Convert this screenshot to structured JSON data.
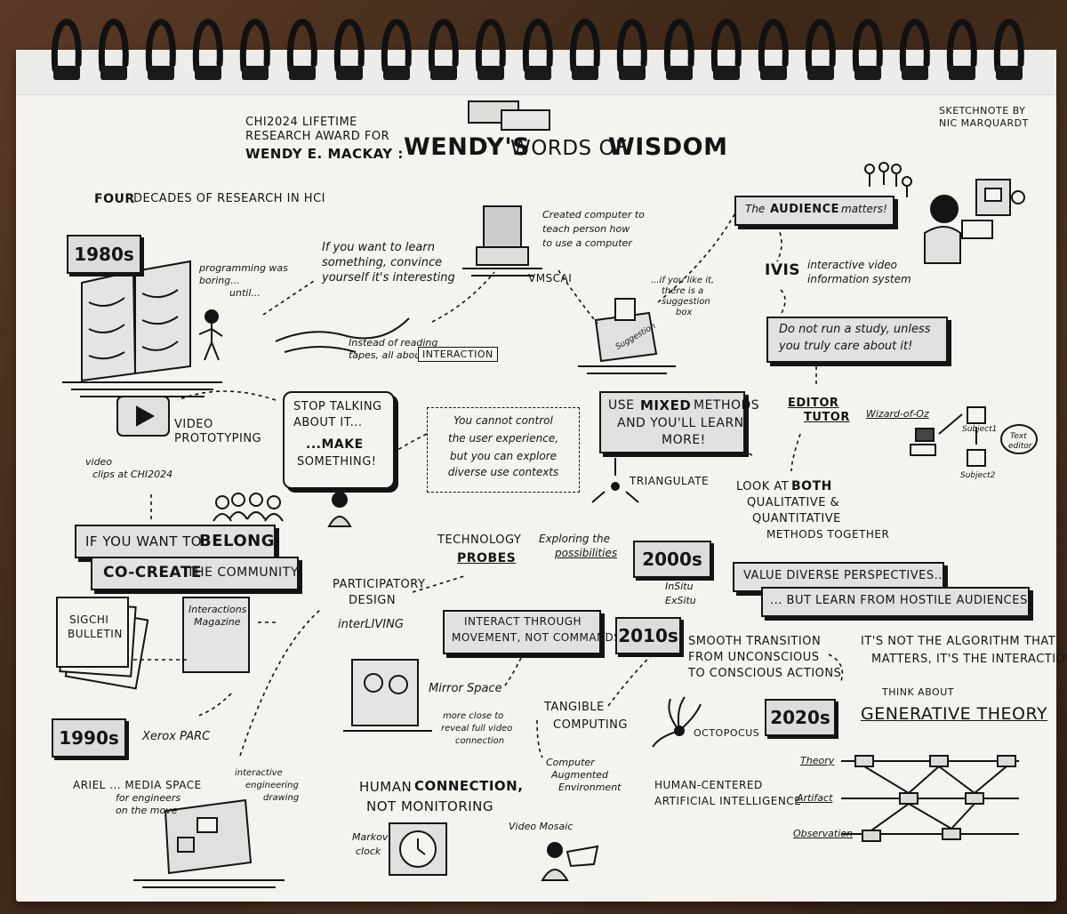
{
  "header": {
    "award_line1": "CHI2024 LIFETIME",
    "award_line2": "RESEARCH AWARD FOR",
    "name": "WENDY E. MACKAY :",
    "title_wendys": "WENDY'S",
    "title_words": "WORDS OF",
    "title_wisdom": "WISDOM",
    "credit_line1": "SKETCHNOTE BY",
    "credit_line2": "NIC MARQUARDT",
    "subtitle_four": "FOUR",
    "subtitle_rest": "DECADES OF RESEARCH IN HCI"
  },
  "decades": {
    "d1980": "1980s",
    "d1990": "1990s",
    "d2000": "2000s",
    "d2010": "2010s",
    "d2020": "2020s"
  },
  "notes": {
    "programming": [
      "programming was",
      "boring...",
      "until..."
    ],
    "learn": [
      "If you want to learn",
      "something, convince",
      "yourself it's interesting"
    ],
    "tapes": [
      "Instead of reading",
      "tapes, all about",
      "INTERACTION"
    ],
    "computer": [
      "Created computer to",
      "teach person how",
      "to use a computer"
    ],
    "vmscai": "VMSCAI",
    "suggestion_note": [
      "...if you like it,",
      "there is a",
      "suggestion",
      "box"
    ],
    "suggestion_box_label": "Suggestion",
    "audience_pre": "The",
    "audience_bold": "AUDIENCE",
    "audience_post": "matters!",
    "ivis": "IVIS",
    "ivis_desc": [
      "interactive video",
      "information system"
    ],
    "study": [
      "Do not run a study, unless",
      "you truly care about it!"
    ],
    "editor": "EDITOR",
    "tutor": "TUTOR",
    "wizard": "Wizard-of-Oz",
    "subject1": "Subject1",
    "subject2": "Subject2",
    "text_editor": [
      "Text",
      "editor"
    ],
    "video_proto": [
      "VIDEO",
      "PROTOTYPING"
    ],
    "stop_talking": [
      "STOP TALKING",
      "ABOUT IT...",
      "...MAKE",
      "SOMETHING!"
    ],
    "cannot_control": [
      "You cannot control",
      "the user experience,",
      "but you can explore",
      "diverse use contexts"
    ],
    "mixed_pre": "USE",
    "mixed_bold": "MIXED",
    "mixed_post": "METHODS",
    "mixed_line2": "AND YOU'LL LEARN",
    "mixed_line3": "MORE!",
    "triangulate": "TRIANGULATE",
    "both_pre": "LOOK AT",
    "both_bold": "BOTH",
    "both_line2": "QUALITATIVE &",
    "both_line3": "QUANTITATIVE",
    "both_line4": "METHODS TOGETHER",
    "video_clips": [
      "video",
      "clips at CHI2024"
    ],
    "belong_pre": "IF YOU WANT TO",
    "belong_bold": "BELONG,",
    "cocreate_bold": "CO-CREATE",
    "cocreate_rest": "THE COMMUNITY",
    "tech_probes": [
      "TECHNOLOGY",
      "PROBES"
    ],
    "exploring": [
      "Exploring the",
      "possibilities"
    ],
    "insitu": [
      "InSitu",
      "ExSitu"
    ],
    "value_diverse": [
      "VALUE DIVERSE PERSPECTIVES...",
      "... BUT LEARN FROM HOSTILE AUDIENCES!"
    ],
    "participatory": [
      "PARTICIPATORY",
      "DESIGN"
    ],
    "interliving": "interLIVING",
    "interact": [
      "INTERACT THROUGH",
      "MOVEMENT, NOT COMMANDS"
    ],
    "smooth": [
      "SMOOTH TRANSITION",
      "FROM UNCONSCIOUS",
      "TO CONSCIOUS ACTIONS"
    ],
    "algorithm": [
      "IT'S NOT THE ALGORITHM THAT",
      "MATTERS, IT'S THE INTERACTION"
    ],
    "sigchi": [
      "SIGCHI",
      "BULLETIN"
    ],
    "interactions_mag": [
      "Interactions",
      "Magazine"
    ],
    "mirror": "Mirror Space",
    "more_close": [
      "more close to",
      "reveal full video",
      "connection"
    ],
    "tangible": [
      "TANGIBLE",
      "COMPUTING"
    ],
    "octopocus": "OCTOPOCUS",
    "think_about": "THINK ABOUT",
    "generative": "GENERATIVE THEORY",
    "xerox": "Xerox PARC",
    "ariel": [
      "ARIEL ... media space",
      "for engineers",
      "on the move"
    ],
    "interactive_drawing": [
      "interactive",
      "engineering",
      "drawing"
    ],
    "human_connection_pre": "HUMAN",
    "human_connection_bold": "CONNECTION,",
    "human_connection_line2": "NOT MONITORING",
    "computer_augmented": [
      "Computer",
      "Augmented",
      "Environment"
    ],
    "human_centered": [
      "HUMAN-CENTERED",
      "ARTIFICIAL INTELLIGENCE"
    ],
    "markov_clock": [
      "Markov",
      "clock"
    ],
    "video_mosaic": "Video Mosaic",
    "theory_rows": [
      "Theory",
      "Artifact",
      "Observation"
    ]
  }
}
